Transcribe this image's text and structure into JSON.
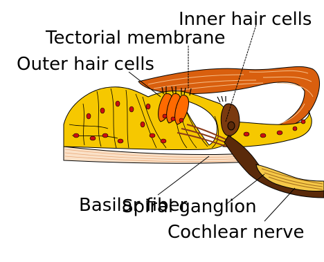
{
  "labels": {
    "inner_hair_cells": "Inner hair cells",
    "tectorial_membrane": "Tectorial membrane",
    "outer_hair_cells": "Outer hair cells",
    "basilar_fiber": "Basilar fiber",
    "spiral_ganglion": "Spiral ganglion",
    "cochlear_nerve": "Cochlear nerve"
  },
  "colors": {
    "support_cells": "#f6c800",
    "cell_nucleus": "#cc1010",
    "outer_hair_cells": "#ff6a00",
    "tectorial_membrane": "#d95f0e",
    "basilar_membrane": "#fae1c8",
    "nerve_dark": "#5a2a0a",
    "nerve_light": "#f5c848",
    "outline": "#000000"
  }
}
